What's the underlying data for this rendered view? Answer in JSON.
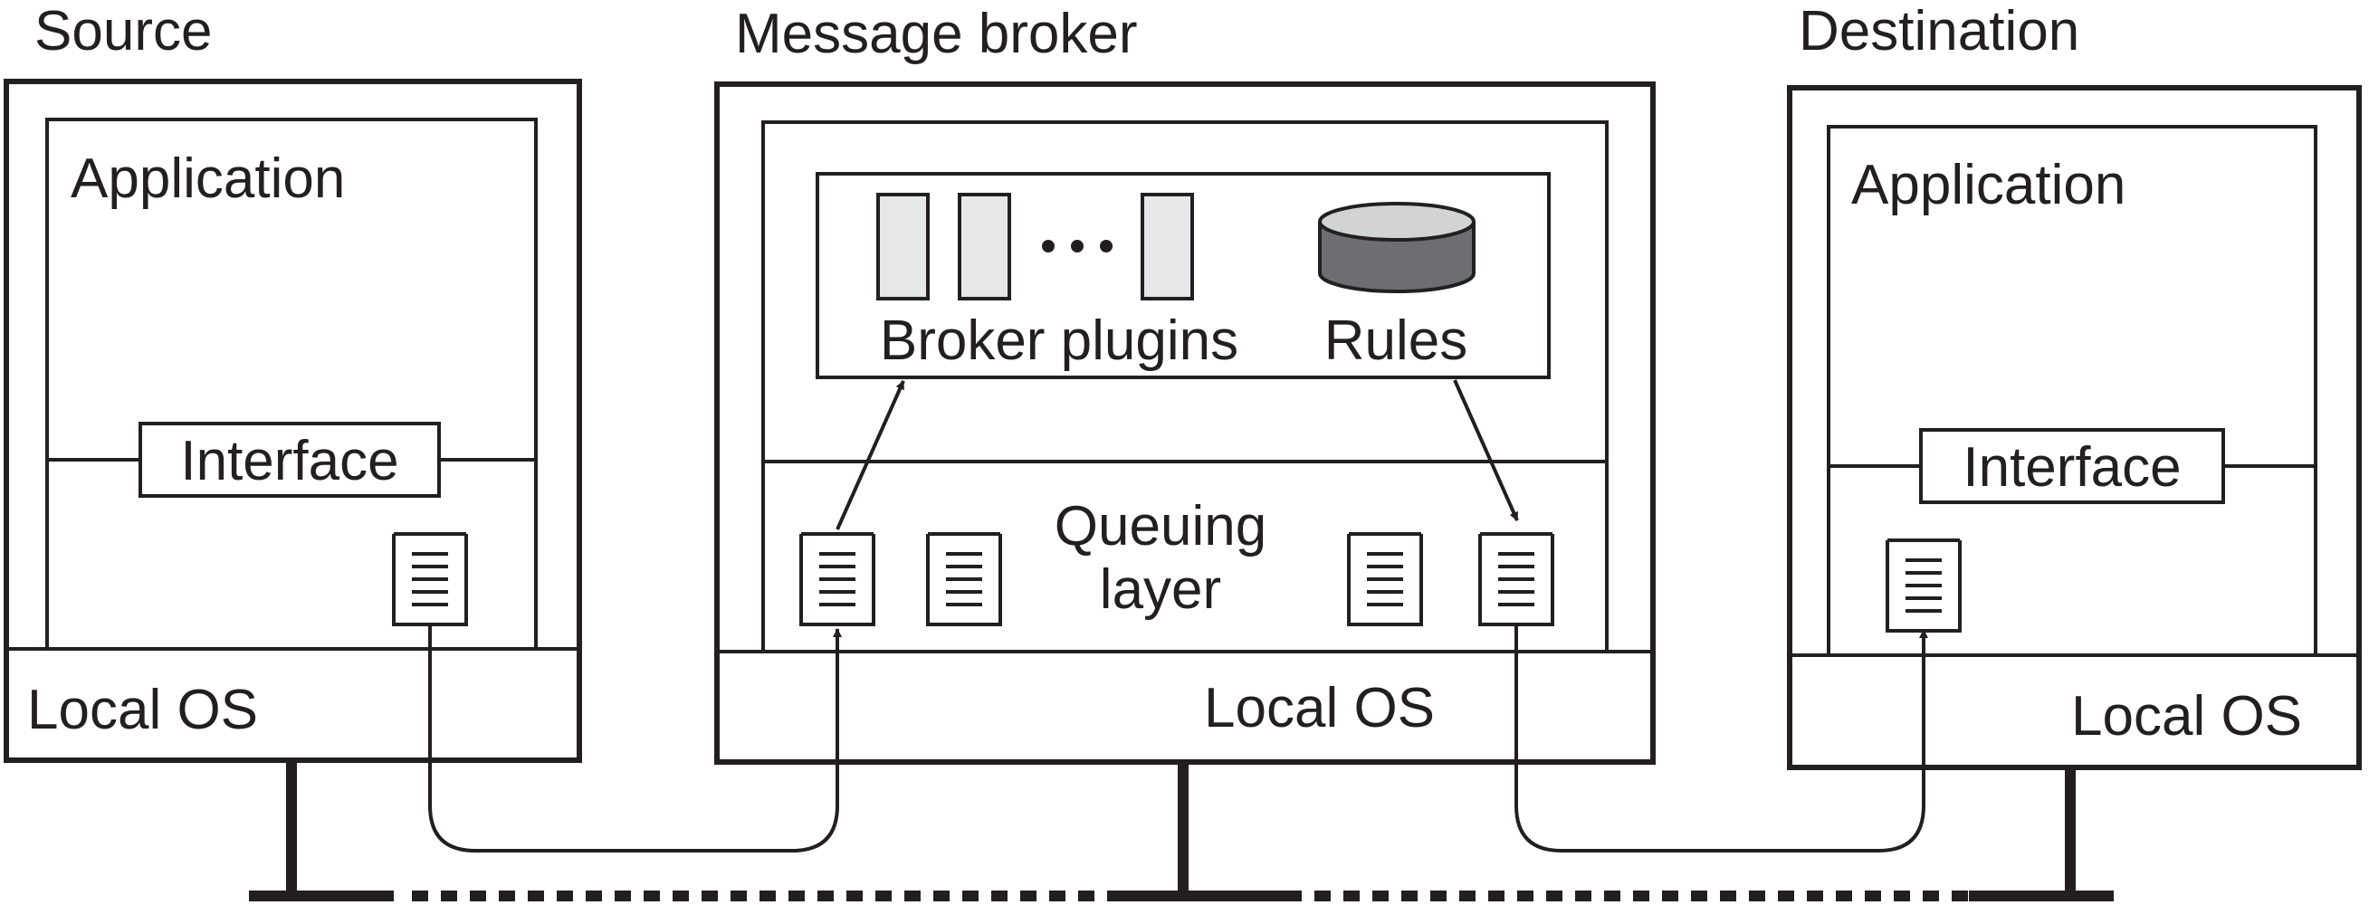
{
  "source": {
    "title": "Source",
    "application_label": "Application",
    "interface_label": "Interface",
    "os_label": "Local OS"
  },
  "broker": {
    "title": "Message broker",
    "plugins_label": "Broker plugins",
    "rules_label": "Rules",
    "queuing_line1": "Queuing",
    "queuing_line2": "layer",
    "os_label": "Local OS"
  },
  "destination": {
    "title": "Destination",
    "application_label": "Application",
    "interface_label": "Interface",
    "os_label": "Local OS"
  },
  "colors": {
    "ink": "#231f20",
    "plugin_fill": "#e6e7e8",
    "rules_fill": "#6d6e71",
    "rules_top": "#d1d3d4"
  }
}
